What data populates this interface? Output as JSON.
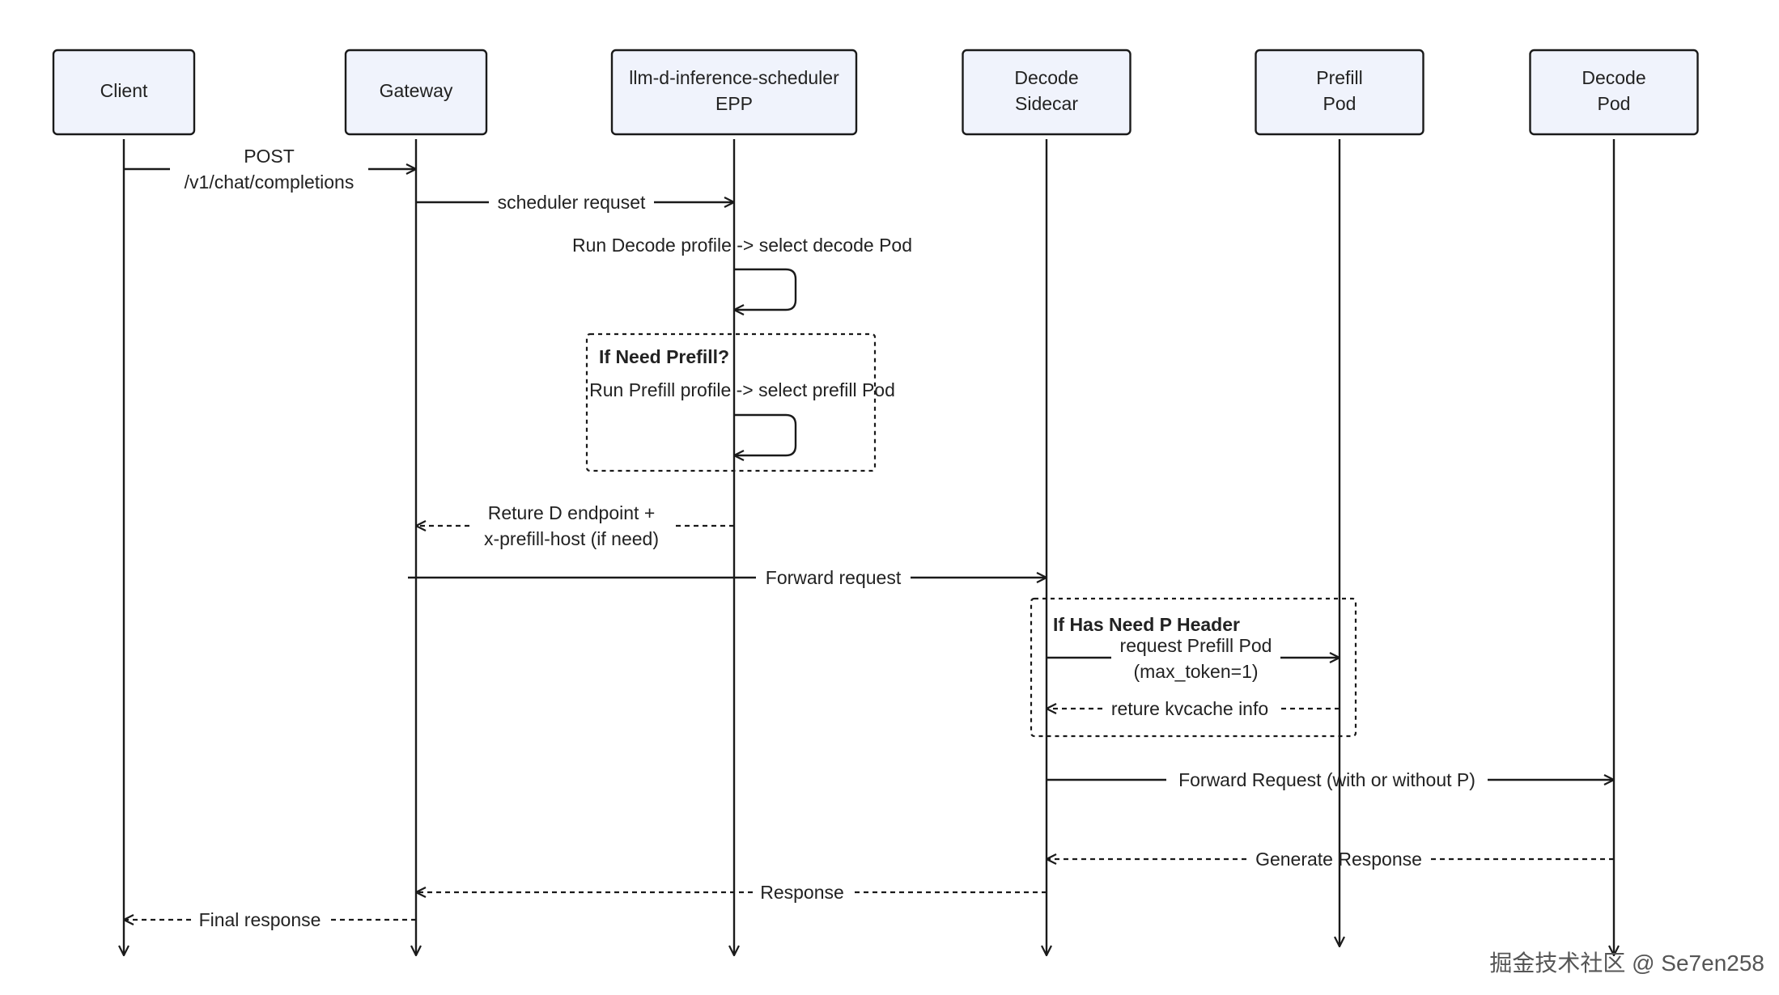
{
  "participants": [
    {
      "id": "client",
      "label": "Client"
    },
    {
      "id": "gateway",
      "label": "Gateway"
    },
    {
      "id": "epp",
      "label": "llm-d-inference-scheduler\nEPP"
    },
    {
      "id": "decode_sidecar",
      "label": "Decode\nSidecar"
    },
    {
      "id": "prefill_pod",
      "label": "Prefill\nPod"
    },
    {
      "id": "decode_pod",
      "label": "Decode\nPod"
    }
  ],
  "messages": [
    {
      "id": "m1",
      "from": "client",
      "to": "gateway",
      "style": "solid",
      "label": "POST\n/v1/chat/completions"
    },
    {
      "id": "m2",
      "from": "gateway",
      "to": "epp",
      "style": "solid",
      "label": "scheduler requset"
    },
    {
      "id": "m3",
      "from": "epp",
      "to": "epp",
      "style": "self",
      "label": "Run Decode profile -> select decode Pod"
    },
    {
      "id": "m4",
      "from": "epp",
      "to": "epp",
      "style": "self",
      "label": "Run Prefill profile -> select prefill Pod"
    },
    {
      "id": "m5",
      "from": "epp",
      "to": "gateway",
      "style": "dashed",
      "label": "Reture D endpoint +\nx-prefill-host (if need)"
    },
    {
      "id": "m6",
      "from": "gateway",
      "to": "decode_sidecar",
      "style": "solid",
      "label": "Forward request"
    },
    {
      "id": "m7",
      "from": "decode_sidecar",
      "to": "prefill_pod",
      "style": "solid",
      "label": "request Prefill Pod\n(max_token=1)"
    },
    {
      "id": "m8",
      "from": "prefill_pod",
      "to": "decode_sidecar",
      "style": "dashed",
      "label": "reture kvcache info"
    },
    {
      "id": "m9",
      "from": "decode_sidecar",
      "to": "decode_pod",
      "style": "solid",
      "label": "Forward Request (with or without P)"
    },
    {
      "id": "m10",
      "from": "decode_pod",
      "to": "decode_sidecar",
      "style": "dashed",
      "label": "Generate Response"
    },
    {
      "id": "m11",
      "from": "decode_sidecar",
      "to": "gateway",
      "style": "dashed",
      "label": "Response"
    },
    {
      "id": "m12",
      "from": "gateway",
      "to": "client",
      "style": "dashed",
      "label": "Final response"
    }
  ],
  "frames": [
    {
      "id": "f1",
      "title": "If Need Prefill?"
    },
    {
      "id": "f2",
      "title": "If Has Need P Header"
    }
  ],
  "watermark": "掘金技术社区 @ Se7en258"
}
